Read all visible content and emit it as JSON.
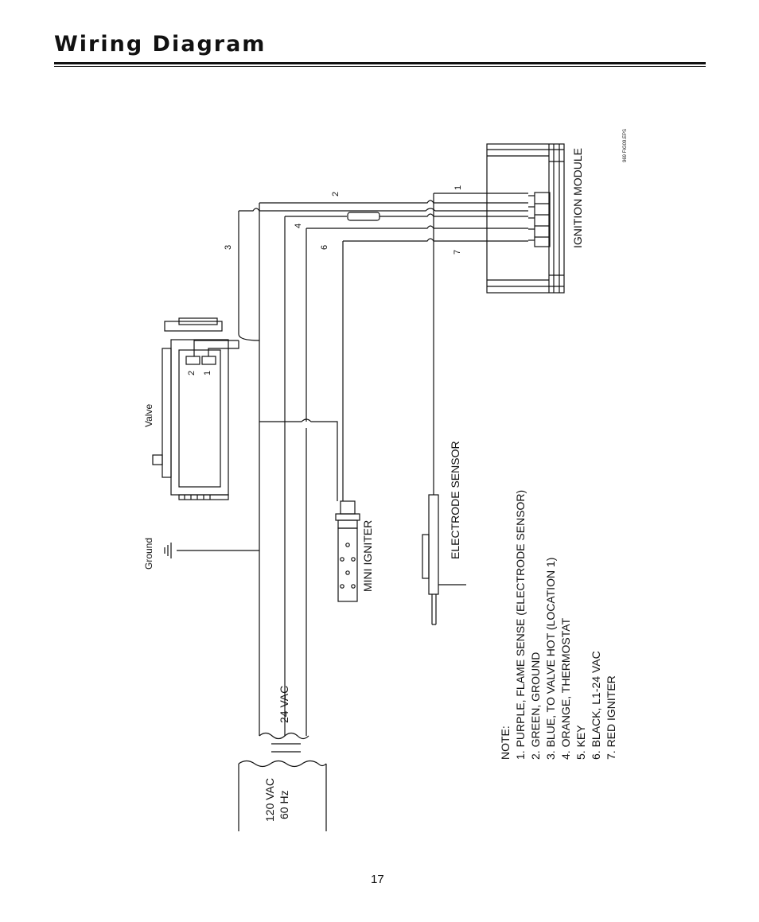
{
  "page": {
    "title": "Wiring Diagram",
    "page_number": "17",
    "file_ref": "969 FIG09.EPS"
  },
  "diagram": {
    "ignition_module": "IGNITION MODULE",
    "valve": "Valve",
    "valve_terminals": [
      "2",
      "1"
    ],
    "ground": "Ground",
    "mini_igniter": "MINI IGNITER",
    "electrode_sensor": "ELECTRODE SENSOR",
    "supply_low": "24 VAC",
    "supply_high_line1": "120 VAC",
    "supply_high_line2": "60 Hz",
    "wire_numbers": {
      "w1": "1",
      "w2": "2",
      "w3": "3",
      "w4": "4",
      "w6": "6",
      "w7": "7"
    }
  },
  "notes": {
    "heading": "NOTE:",
    "items": [
      "1.  PURPLE, FLAME SENSE (ELECTRODE SENSOR)",
      "2.  GREEN, GROUND",
      "3.  BLUE, TO VALVE HOT (LOCATION 1)",
      "4.  ORANGE, THERMOSTAT",
      "5.  KEY",
      "6.  BLACK, L1-24 VAC",
      "7.  RED IGNITER"
    ]
  }
}
